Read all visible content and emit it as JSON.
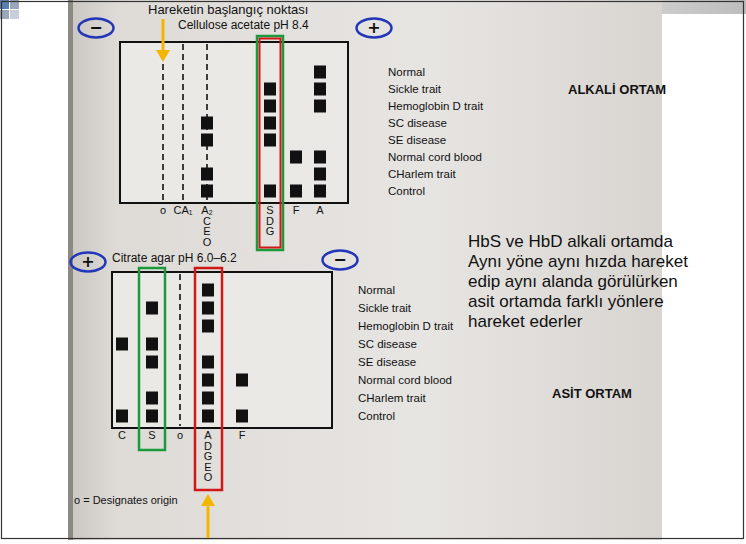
{
  "diagram": {
    "nodes": [
      {
        "text": [
          "−"
        ]
      },
      {
        "text": [
          "+"
        ]
      },
      {
        "text": [
          "+"
        ]
      },
      {
        "text": [
          "−"
        ]
      }
    ],
    "labels": [
      "Hareketin başlangıç noktası",
      "Cellulose acetate pH 8.4",
      "Normal",
      "Sickle trait",
      "Hemoglobin D trait",
      "SC disease",
      "SE disease",
      "Normal cord blood",
      "CHarlem trait",
      "Control",
      "ALKALİ ORTAM",
      "o",
      "CA₁",
      "A₂ C E O",
      "S D G",
      "F",
      "A",
      "HbS ve HbD alkali ortamda Aynı yöne aynı hızda hareket edip aynı alanda görülürken asit ortamda farklı yönlere hareket ederler",
      "Citrate agar pH 6.0–6.2",
      "Normal",
      "Sickle trait",
      "Hemoglobin D trait",
      "SC disease",
      "SE disease",
      "Normal cord blood",
      "CHarlem trait",
      "Control",
      "ASİT ORTAM",
      "C",
      "S",
      "o",
      "A D G E O",
      "F",
      "o = Designates origin"
    ]
  }
}
